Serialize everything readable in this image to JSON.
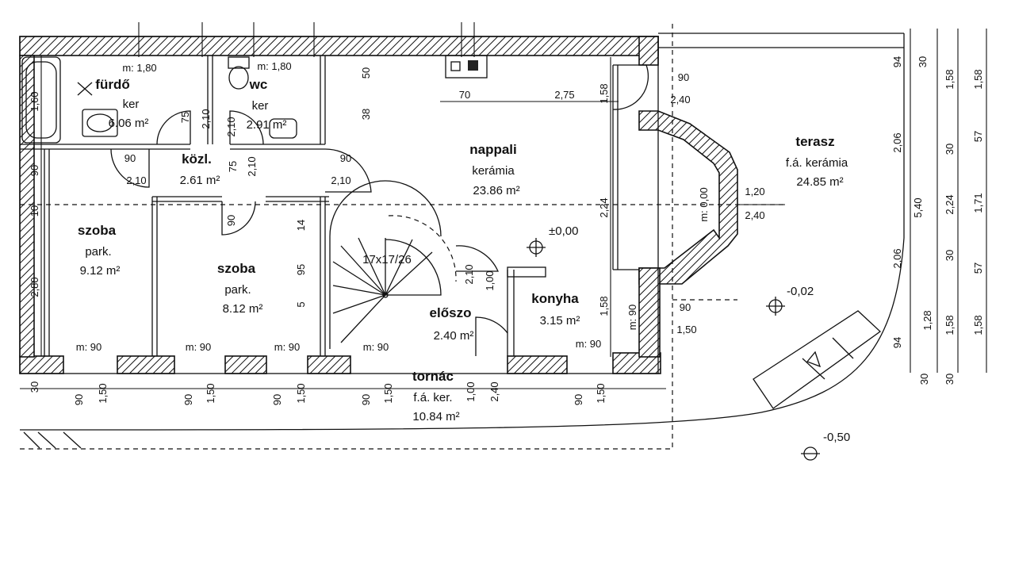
{
  "rooms": {
    "furdo": {
      "name": "fürdő",
      "floor": "ker",
      "area": "6.06 m²",
      "height": "m: 1,80"
    },
    "wc": {
      "name": "wc",
      "floor": "ker",
      "area": "2.91 m²",
      "height": "m: 1,80"
    },
    "kozl": {
      "name": "közl.",
      "area": "2.61 m²"
    },
    "nappali": {
      "name": "nappali",
      "floor": "kerámia",
      "area": "23.86 m²"
    },
    "terasz": {
      "name": "terasz",
      "floor": "f.á. kerámia",
      "area": "24.85 m²"
    },
    "szoba1": {
      "name": "szoba",
      "floor": "park.",
      "area": "9.12 m²"
    },
    "szoba2": {
      "name": "szoba",
      "floor": "park.",
      "area": "8.12 m²"
    },
    "eloszo": {
      "name": "előszo",
      "area": "2.40 m²"
    },
    "konyha": {
      "name": "konyha",
      "area": "3.15 m²"
    },
    "tornac": {
      "name": "tornác",
      "floor": "f.á. ker.",
      "area": "10.84 m²"
    }
  },
  "stair": {
    "label": "17x17/26"
  },
  "levels": {
    "main": "±0,00",
    "terrace": "-0,02",
    "ground": "-0,50"
  },
  "dims": {
    "d_160": "1,60",
    "d_90a": "90",
    "d_10": "10",
    "d_280": "2,80",
    "d_30a": "30",
    "d_75a": "75",
    "d_210a": "2,10",
    "d_210b": "2,10",
    "d_75b": "75",
    "d_90b": "90",
    "d_210c": "2,10",
    "d_90c": "90",
    "d_210d": "2,10",
    "d_90d": "90",
    "d_210e": "2,10",
    "d_50": "50",
    "d_38": "38",
    "d_70": "70",
    "d_275": "2,75",
    "d_158a": "1,58",
    "d_90e": "90",
    "d_240a": "2,40",
    "d_224a": "2,24",
    "d_000": "m: 0,00",
    "d_120": "1,20",
    "d_240b": "2,40",
    "d_14": "14",
    "d_95": "95",
    "d_5": "5",
    "d_210f": "2,10",
    "d_100a": "1,00",
    "d_158b": "1,58",
    "d_90f": "m: 90",
    "d_90g": "90",
    "d_150a": "1,50",
    "m90a": "m: 90",
    "m90b": "m: 90",
    "m90c": "m: 90",
    "m90d": "m: 90",
    "m90e": "m: 90",
    "b_90a": "90",
    "b_150a": "1,50",
    "b_90b": "90",
    "b_150b": "1,50",
    "b_90c": "90",
    "b_150c": "1,50",
    "b_90d": "90",
    "b_150d": "1,50",
    "b_100": "1,00",
    "b_240": "2,40",
    "b_90e": "90",
    "b_150e": "1,50",
    "b_30": "30",
    "r_94a": "94",
    "r_206a": "2,06",
    "r_206b": "2,06",
    "r_128": "1,28",
    "r_94b": "94",
    "r_30a": "30",
    "r_540": "5,40",
    "r_30b": "30",
    "r2_158a": "1,58",
    "r2_30a": "30",
    "r2_224": "2,24",
    "r2_30b": "30",
    "r2_158b": "1,58",
    "r2_30c": "30",
    "r3_158a": "1,58",
    "r3_57a": "57",
    "r3_171": "1,71",
    "r3_57b": "57",
    "r3_158b": "1,58"
  }
}
